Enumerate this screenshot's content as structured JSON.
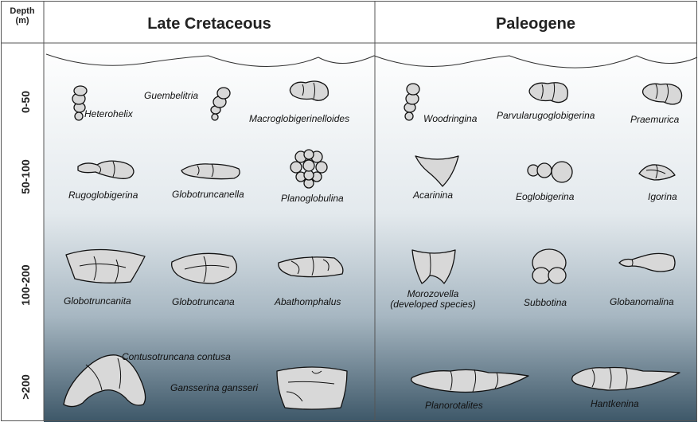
{
  "header": {
    "depth_label_line1": "Depth",
    "depth_label_line2": "(m)",
    "period_left": "Late Cretaceous",
    "period_right": "Paleogene"
  },
  "depth_zones": [
    "0-50",
    "50-100",
    "100-200",
    ">200"
  ],
  "taxa": {
    "heterohelix": "Heterohelix",
    "guembelitria": "Guembelitria",
    "macroglobigerinelloides": "Macroglobigerinelloides",
    "woodringina": "Woodringina",
    "parvularugoglobigerina": "Parvularugoglobigerina",
    "praemurica": "Praemurica",
    "rugoglobigerina": "Rugoglobigerina",
    "globotruncanella": "Globotruncanella",
    "planoglobulina": "Planoglobulina",
    "acarinina": "Acarinina",
    "eoglobigerina": "Eoglobigerina",
    "igorina": "Igorina",
    "globotruncanita": "Globotruncanita",
    "globotruncana": "Globotruncana",
    "abathomphalus": "Abathomphalus",
    "morozovella_line1": "Morozovella",
    "morozovella_line2": "(developed species)",
    "subbotina": "Subbotina",
    "globanomalina": "Globanomalina",
    "contusotruncana": "Contusotruncana contusa",
    "gansserina": "Gansserina gansseri",
    "planorotalites": "Planorotalites",
    "hantkenina": "Hantkenina"
  },
  "colors": {
    "water_top": "#ffffff",
    "water_mid": "#b9c6cf",
    "water_bottom": "#3d5768",
    "fossil_fill": "#d8d8d8",
    "outline": "#111111"
  }
}
